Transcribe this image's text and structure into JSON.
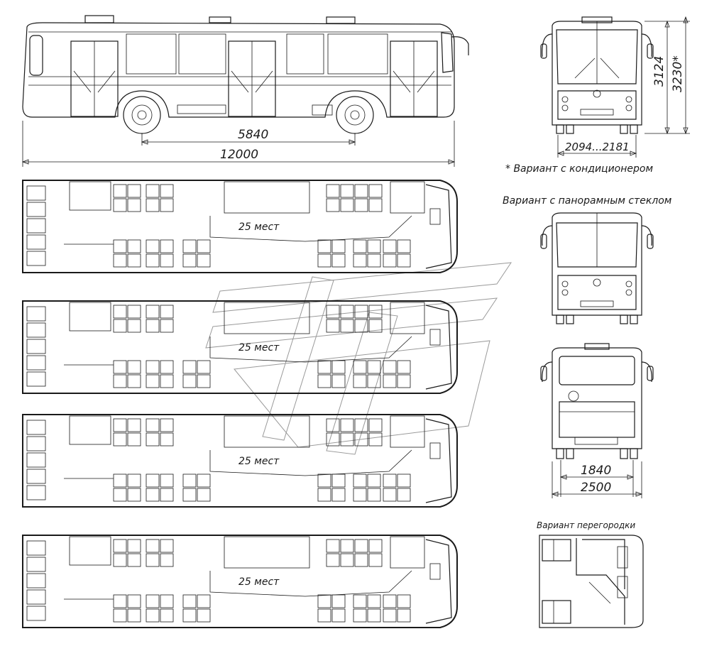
{
  "dimensions": {
    "wheelbase": "5840",
    "length": "12000",
    "height": "3124",
    "height_ac": "3230*",
    "track_width": "2094...2181",
    "rear_track": "1840",
    "rear_width": "2500"
  },
  "captions": {
    "ac_variant": "* Вариант с кондиционером",
    "panoramic_variant": "Вариант с панорамным стеклом",
    "partition_variant": "Вариант перегородки"
  },
  "layouts": [
    {
      "seats": "25 мест"
    },
    {
      "seats": "25 мест"
    },
    {
      "seats": "25 мест"
    },
    {
      "seats": "25 мест"
    }
  ]
}
